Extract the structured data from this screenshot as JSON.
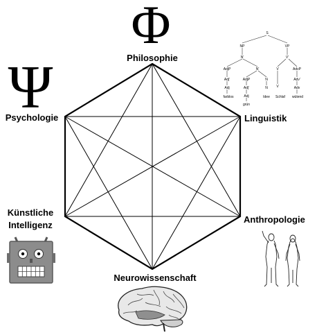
{
  "nodes": [
    {
      "id": "philosophie",
      "label": "Philosophie"
    },
    {
      "id": "linguistik",
      "label": "Linguistik"
    },
    {
      "id": "anthropologie",
      "label": "Anthropologie"
    },
    {
      "id": "neurowissenschaft",
      "label": "Neurowissenschaft"
    },
    {
      "id": "ki",
      "label_line1": "Künstliche",
      "label_line2": "Intelligenz"
    },
    {
      "id": "psychologie",
      "label": "Psychologie"
    }
  ],
  "symbols": {
    "phi": "Φ",
    "psi": "Ψ"
  },
  "syntax_tree": {
    "labels": [
      "S",
      "NP",
      "VP",
      "N'",
      "V'",
      "AdjP",
      "N'",
      "V",
      "AdvP",
      "Adj'",
      "AdjP",
      "N",
      "V",
      "Adv'",
      "Adj",
      "Adj'",
      "N",
      "Adv",
      "Adj"
    ],
    "words": [
      "farblos",
      "grün",
      "Idee",
      "Schlaf",
      "wütend"
    ]
  },
  "icons": [
    "phi-icon",
    "psi-icon",
    "syntax-tree-icon",
    "humans-icon",
    "brain-icon",
    "robot-icon"
  ]
}
